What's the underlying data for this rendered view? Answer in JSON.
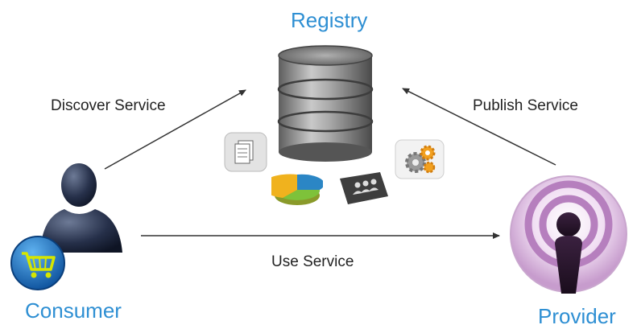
{
  "nodes": {
    "registry": {
      "label": "Registry",
      "icon": "database-icon"
    },
    "consumer": {
      "label": "Consumer",
      "icon": "user-silhouette-icon",
      "badge_icon": "shopping-cart-icon"
    },
    "provider": {
      "label": "Provider",
      "icon": "podcast-broadcast-icon"
    }
  },
  "edges": {
    "discover": {
      "label": "Discover Service",
      "from": "Consumer",
      "to": "Registry"
    },
    "publish": {
      "label": "Publish Service",
      "from": "Provider",
      "to": "Registry"
    },
    "use": {
      "label": "Use Service",
      "from": "Consumer",
      "to": "Provider"
    }
  },
  "registry_content_icons": [
    "documents-icon",
    "pie-chart-icon",
    "group-icon",
    "gears-icon"
  ],
  "colors": {
    "label_blue": "#2e8fd3",
    "arrow": "#333333",
    "database_grey": "#8a8a8a",
    "provider_purple": "#b67fbe"
  }
}
